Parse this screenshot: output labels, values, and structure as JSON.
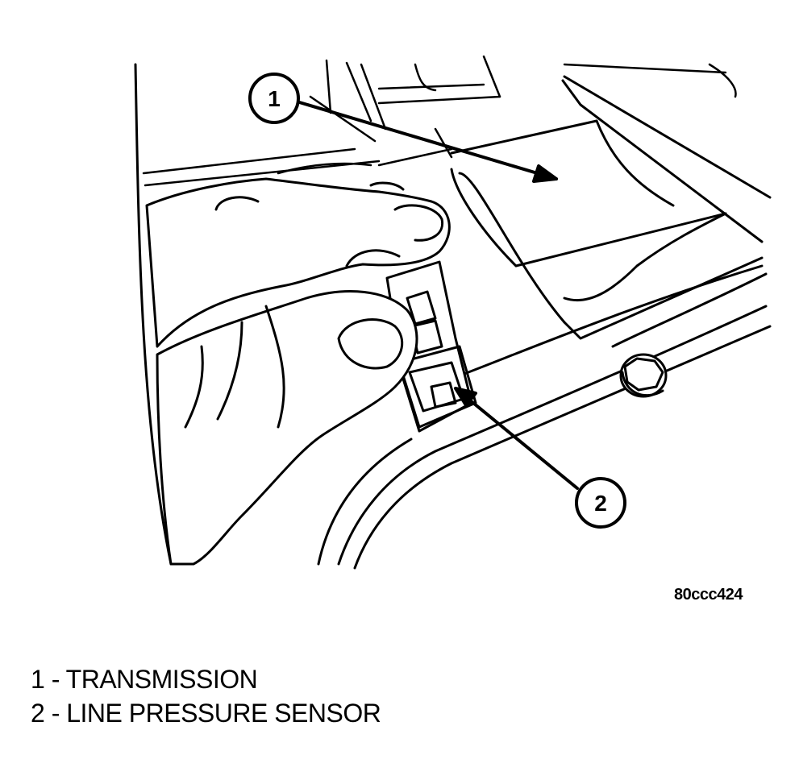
{
  "figure": {
    "reference_code": "80ccc424",
    "callouts": [
      {
        "number": "1"
      },
      {
        "number": "2"
      }
    ]
  },
  "legend": {
    "items": [
      {
        "text": "1 - TRANSMISSION"
      },
      {
        "text": "2 - LINE PRESSURE SENSOR"
      }
    ]
  },
  "colors": {
    "ink": "#000000",
    "background": "#ffffff"
  }
}
